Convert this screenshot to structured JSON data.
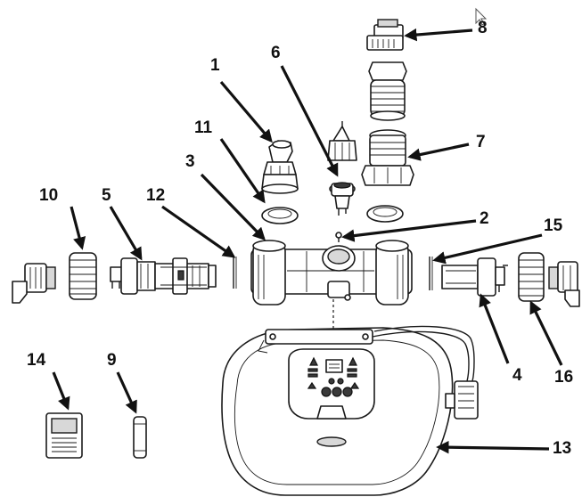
{
  "diagram": {
    "callouts": [
      "1",
      "2",
      "3",
      "4",
      "5",
      "6",
      "7",
      "8",
      "9",
      "10",
      "11",
      "12",
      "13",
      "14",
      "15",
      "16"
    ]
  },
  "cursor_icon": "arrow-pointer-icon"
}
